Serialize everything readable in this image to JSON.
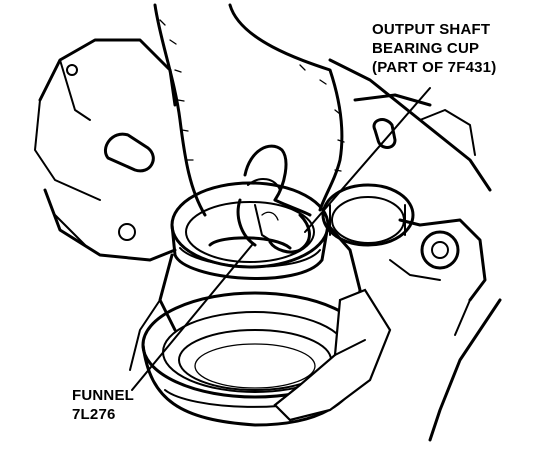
{
  "callouts": {
    "output_shaft_bearing_cup": {
      "line1": "OUTPUT SHAFT",
      "line2": "BEARING CUP",
      "line3": "(PART OF 7F431)"
    },
    "funnel": {
      "line1": "FUNNEL",
      "line2": "7L276"
    }
  },
  "colors": {
    "ink": "#000000",
    "paper": "#ffffff"
  }
}
